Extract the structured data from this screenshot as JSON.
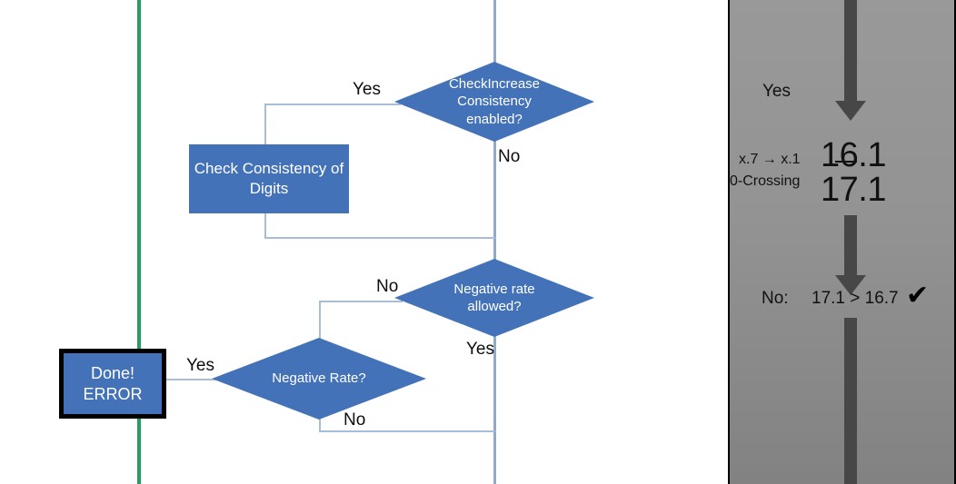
{
  "flowchart": {
    "nodes": {
      "check_increase_diamond": "CheckIncrease\nConsistency\nenabled?",
      "check_increase_line1": "CheckIncrease",
      "check_increase_line2": "Consistency",
      "check_increase_line3": "enabled?",
      "check_consistency_box_line1": "Check Consistency",
      "check_consistency_box_line2": "of Digits",
      "negative_rate_allowed_line1": "Negative rate",
      "negative_rate_allowed_line2": "allowed?",
      "negative_rate_diamond": "Negative Rate?",
      "done_box_line1": "Done!",
      "done_box_line2": "ERROR"
    },
    "edge_labels": {
      "check_increase_yes": "Yes",
      "check_increase_no": "No",
      "negative_rate_allowed_no": "No",
      "negative_rate_allowed_yes": "Yes",
      "negative_rate_yes": "Yes",
      "negative_rate_no": "No"
    },
    "colors": {
      "node_fill": "#4472B8",
      "connector": "#A7BDD9",
      "spine": "#8FAACB",
      "marker_green": "#21A060",
      "node_text": "#FFFFFF",
      "label_text": "#0D0D0D"
    }
  },
  "panel": {
    "background": "#939393",
    "arrow_color": "#474747",
    "yes_label": "Yes",
    "transition_label": "x.7 → x.1",
    "zero_crossing_label": "0-Crossing",
    "value_struck": "16.1",
    "value_current": "17.1",
    "no_label": "No:",
    "comparison": "17.1 > 16.7",
    "check_mark": "✔"
  }
}
